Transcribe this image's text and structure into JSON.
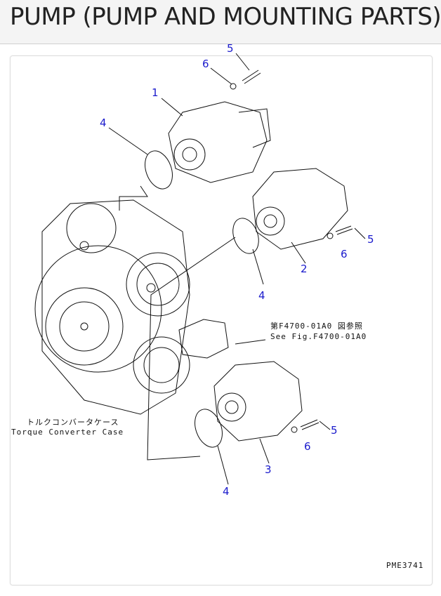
{
  "page": {
    "title": "PUMP (PUMP AND MOUNTING PARTS)"
  },
  "diagram": {
    "callouts": {
      "c1": "1",
      "c2": "2",
      "c3": "3",
      "c4a": "4",
      "c4b": "4",
      "c4c": "4",
      "c5a": "5",
      "c5b": "5",
      "c5c": "5",
      "c6a": "6",
      "c6b": "6",
      "c6c": "6"
    },
    "ref_jp": "第F4700-01A0 図参照",
    "ref_en": "See Fig.F4700-01A0",
    "case_jp": "トルクコンバータケース",
    "case_en": "Torque Converter Case",
    "drawing_id": "PME3741",
    "label_color": "#1a1acc"
  }
}
